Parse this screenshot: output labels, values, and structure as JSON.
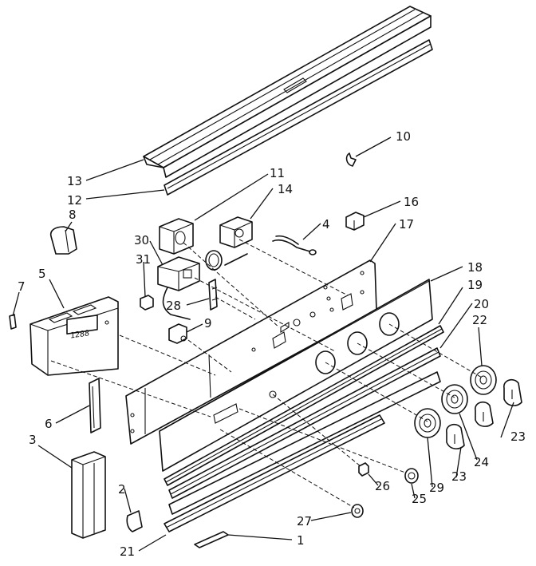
{
  "display_text": "1288",
  "callouts": [
    {
      "id": "c13",
      "label": "13"
    },
    {
      "id": "c12",
      "label": "12"
    },
    {
      "id": "c10",
      "label": "10"
    },
    {
      "id": "c11",
      "label": "11"
    },
    {
      "id": "c14",
      "label": "14"
    },
    {
      "id": "c16",
      "label": "16"
    },
    {
      "id": "c8",
      "label": "8"
    },
    {
      "id": "c4",
      "label": "4"
    },
    {
      "id": "c17",
      "label": "17"
    },
    {
      "id": "c30",
      "label": "30"
    },
    {
      "id": "c31",
      "label": "31"
    },
    {
      "id": "c18",
      "label": "18"
    },
    {
      "id": "c7",
      "label": "7"
    },
    {
      "id": "c5",
      "label": "5"
    },
    {
      "id": "c28",
      "label": "28"
    },
    {
      "id": "c19",
      "label": "19"
    },
    {
      "id": "c20",
      "label": "20"
    },
    {
      "id": "c9",
      "label": "9"
    },
    {
      "id": "c22",
      "label": "22"
    },
    {
      "id": "c6",
      "label": "6"
    },
    {
      "id": "c3",
      "label": "3"
    },
    {
      "id": "c23a",
      "label": "23"
    },
    {
      "id": "c24",
      "label": "24"
    },
    {
      "id": "c23b",
      "label": "23"
    },
    {
      "id": "c29",
      "label": "29"
    },
    {
      "id": "c2",
      "label": "2"
    },
    {
      "id": "c26",
      "label": "26"
    },
    {
      "id": "c25",
      "label": "25"
    },
    {
      "id": "c27",
      "label": "27"
    },
    {
      "id": "c21",
      "label": "21"
    },
    {
      "id": "c1",
      "label": "1"
    }
  ]
}
